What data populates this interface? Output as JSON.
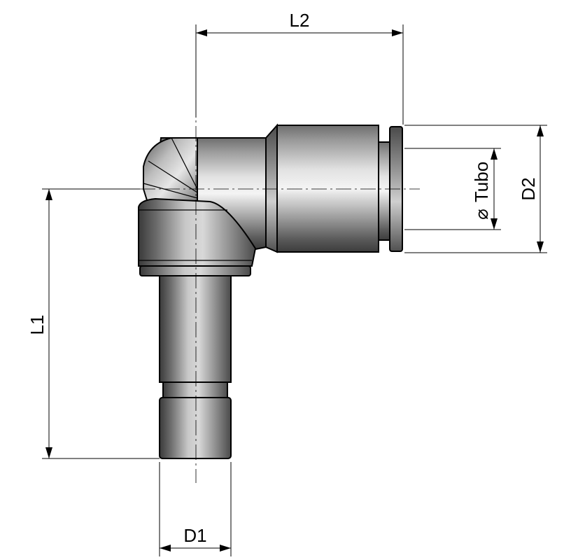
{
  "drawing": {
    "labels": {
      "l1": "L1",
      "l2": "L2",
      "d1": "D1",
      "d2": "D2",
      "tube": "Tubo",
      "diameter_symbol": "⌀"
    }
  }
}
